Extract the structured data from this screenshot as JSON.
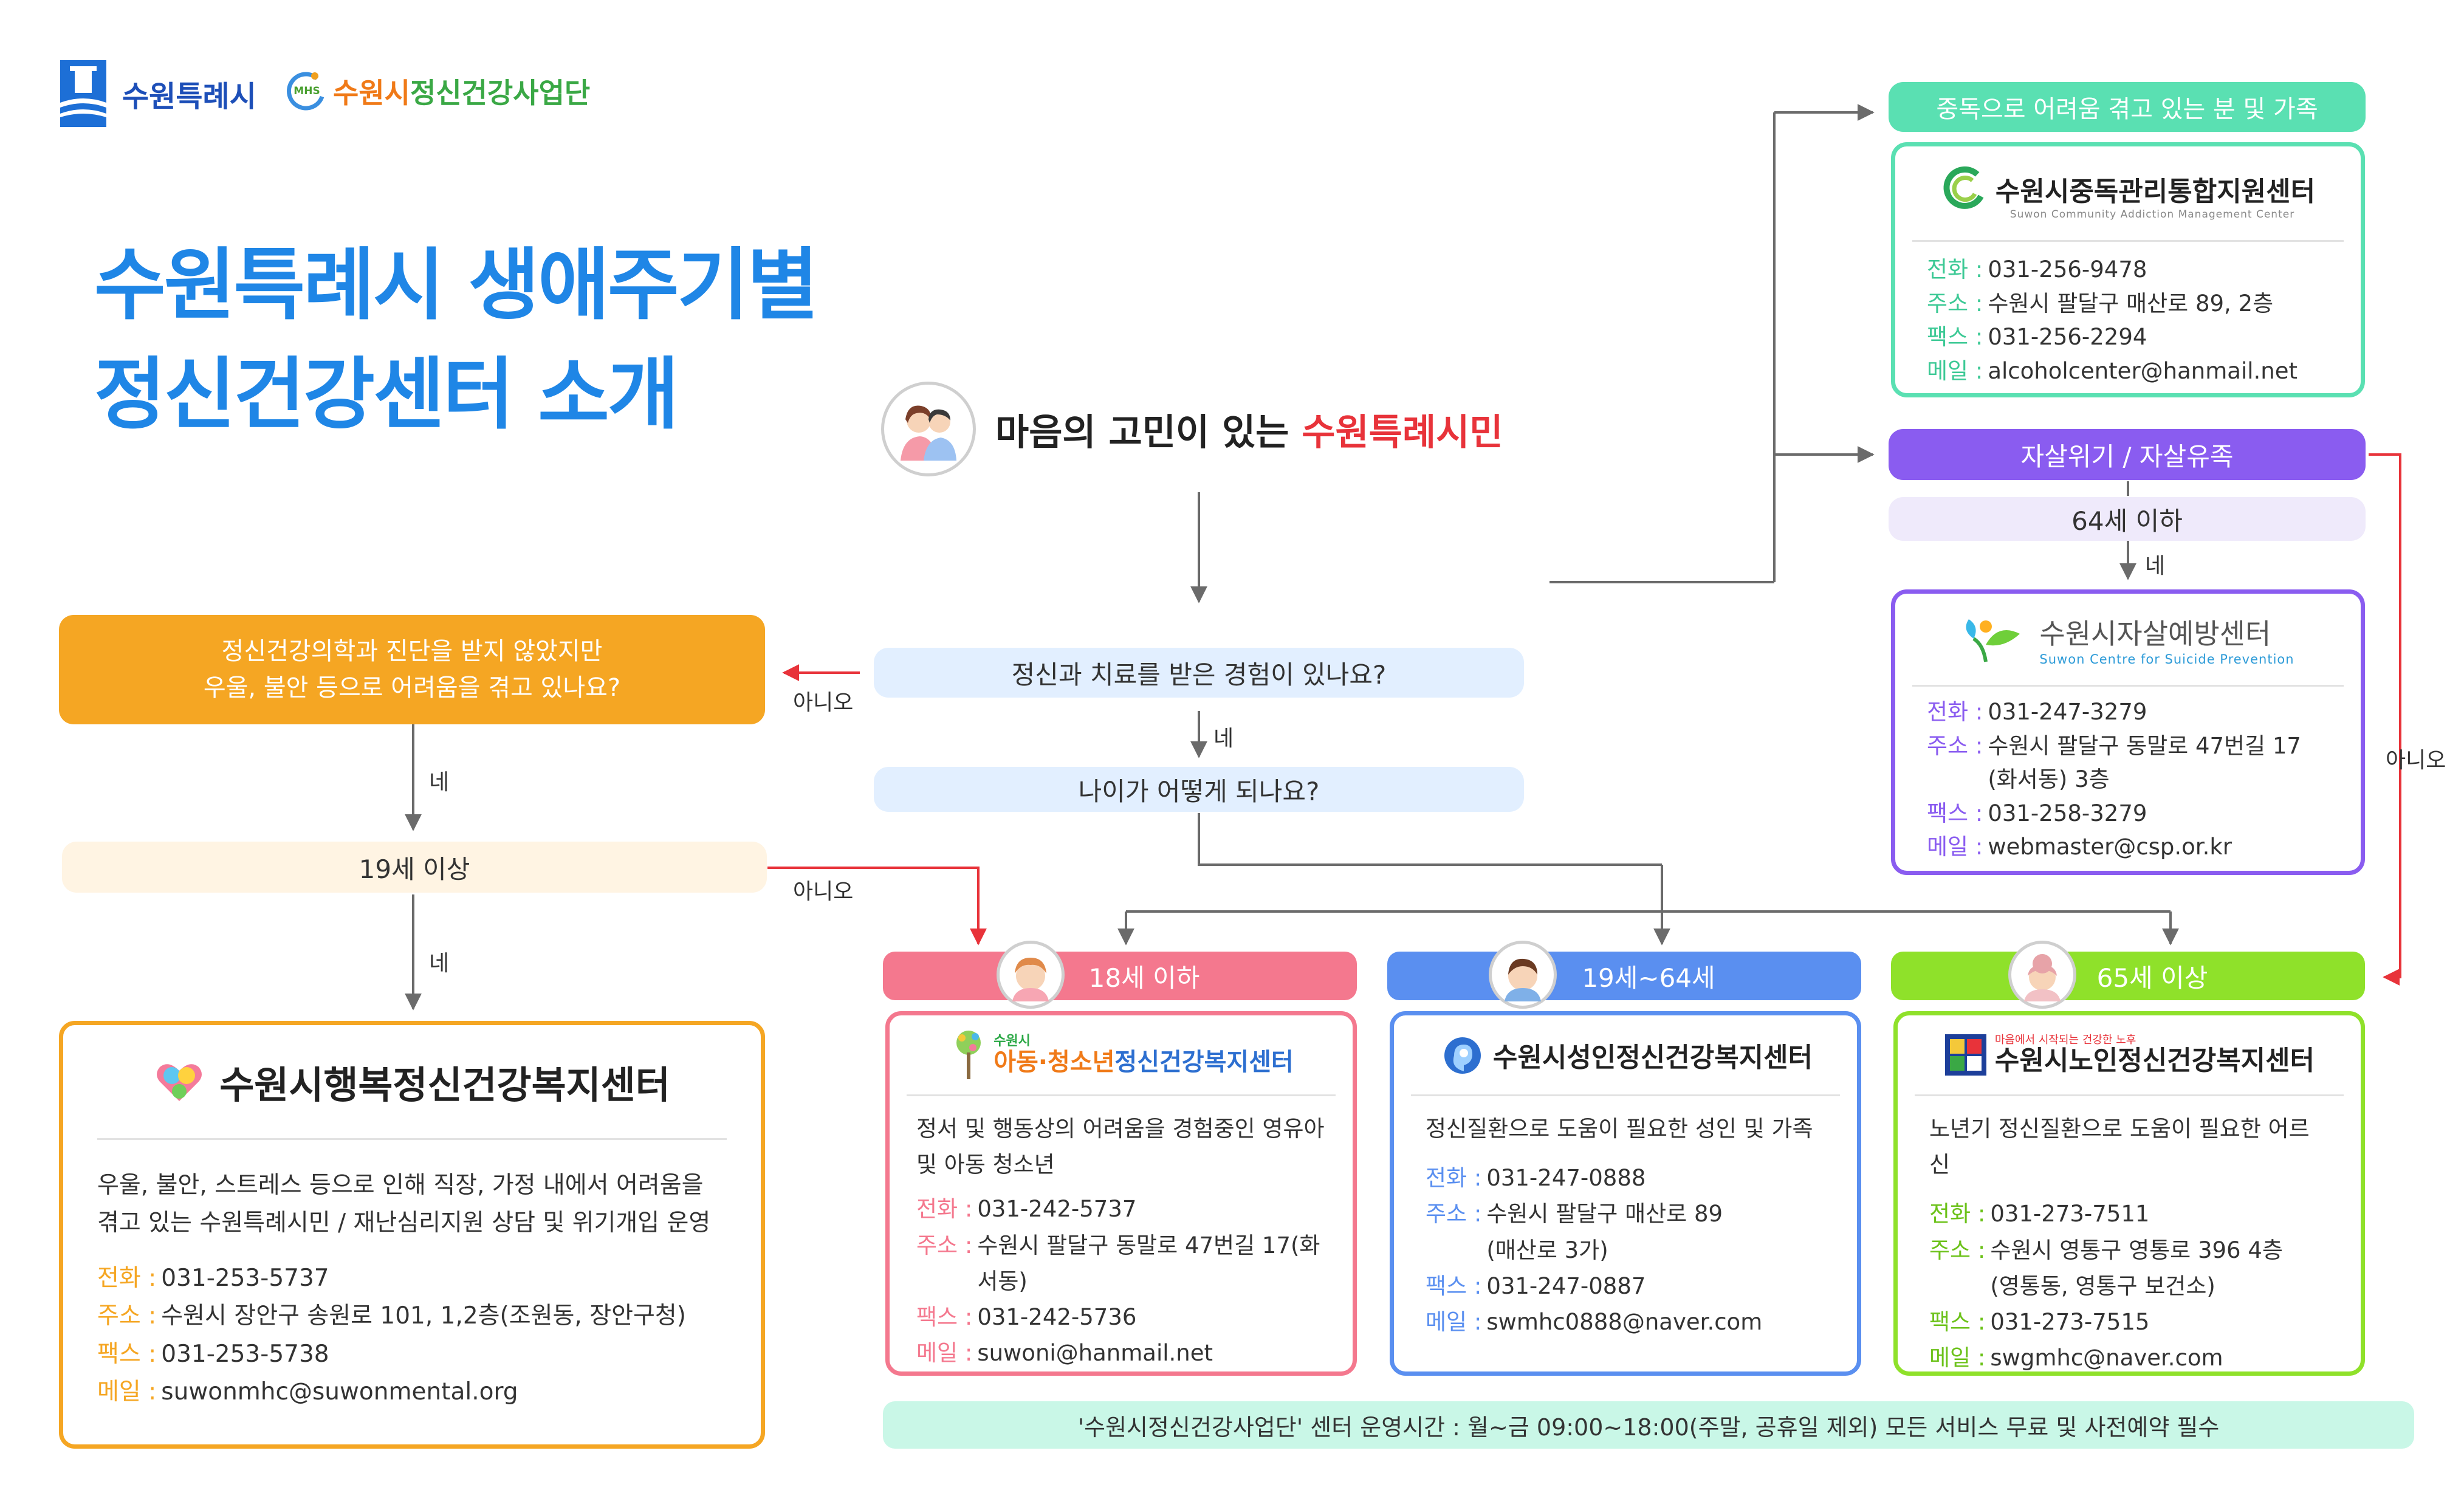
{
  "header": {
    "city_logo_text": "수원특례시",
    "mhs_logo_text": "MHS",
    "project_prefix": "수원시",
    "project_suffix": "정신건강사업단"
  },
  "title": {
    "line1": "수원특례시 생애주기별",
    "line2": "정신건강센터 소개"
  },
  "start": {
    "text_prefix": "마음의 고민이 있는 ",
    "text_highlight": "수원특례시민"
  },
  "questions": {
    "q_treatment": "정신과 치료를 받은 경험이 있나요?",
    "q_age": "나이가 어떻게 되나요?",
    "q_undiagnosed_line1": "정신건강의학과 진단을 받지 않았지만",
    "q_undiagnosed_line2": "우울, 불안 등으로 어려움을 겪고 있나요?",
    "age19_over": "19세 이상",
    "suicide": "자살위기 / 자살유족",
    "age64_under": "64세 이하",
    "addiction": "중독으로 어려움 겪고 있는 분 및 가족"
  },
  "labels": {
    "yes": "네",
    "no": "아니오",
    "phone": "전화 :",
    "address": "주소 :",
    "fax": "팩스 :",
    "email": "메일 :"
  },
  "groups": {
    "child": "18세 이하",
    "adult": "19세~64세",
    "senior": "65세 이상"
  },
  "centers": {
    "addiction": {
      "name": "수원시중독관리통합지원센터",
      "subtitle": "Suwon Community Addiction Management Center",
      "phone": "031-256-9478",
      "address": "수원시 팔달구 매산로 89, 2층",
      "fax": "031-256-2294",
      "email": "alcoholcenter@hanmail.net"
    },
    "suicide": {
      "name": "수원시자살예방센터",
      "subtitle": "Suwon Centre for Suicide Prevention",
      "phone": "031-247-3279",
      "address_line1": "수원시 팔달구 동말로 47번길 17",
      "address_line2": "(화서동) 3층",
      "fax": "031-258-3279",
      "email": "webmaster@csp.or.kr"
    },
    "happy": {
      "name": "수원시행복정신건강복지센터",
      "desc_line1": "우울, 불안, 스트레스 등으로 인해 직장, 가정 내에서 어려움을",
      "desc_line2": "겪고 있는 수원특례시민 / 재난심리지원 상담 및 위기개입 운영",
      "phone": "031-253-5737",
      "address": "수원시 장안구 송원로 101, 1,2층(조원동, 장안구청)",
      "fax": "031-253-5738",
      "email": "suwonmhc@suwonmental.org"
    },
    "child": {
      "prefix": "수원시",
      "name_a": "아동·청소년",
      "name_b": "정신건강복지센터",
      "desc_line1": "정서 및 행동상의 어려움을 경험중인 영유아",
      "desc_line2": "및 아동 청소년",
      "phone": "031-242-5737",
      "address": "수원시 팔달구 동말로 47번길 17(화서동)",
      "fax": "031-242-5736",
      "email": "suwoni@hanmail.net"
    },
    "adult": {
      "name": "수원시성인정신건강복지센터",
      "desc": "정신질환으로 도움이 필요한 성인 및 가족",
      "phone": "031-247-0888",
      "address_line1": "수원시 팔달구 매산로 89",
      "address_line2": "(매산로 3가)",
      "fax": "031-247-0887",
      "email": "swmhc0888@naver.com"
    },
    "senior": {
      "tagline": "마음에서 시작되는 건강한 노후",
      "name": "수원시노인정신건강복지센터",
      "desc": "노년기 정신질환으로 도움이 필요한 어르신",
      "phone": "031-273-7511",
      "address_line1": "수원시 영통구 영통로 396 4층",
      "address_line2": "(영통동, 영통구 보건소)",
      "fax": "031-273-7515",
      "email": "swgmhc@naver.com"
    }
  },
  "footer": "'수원시정신건강사업단' 센터 운영시간 : 월~금 09:00~18:00(주말, 공휴일 제외) 모든 서비스 무료 및 사전예약 필수",
  "colors": {
    "title_blue": "#1f86e6",
    "highlight_red": "#e8333a",
    "orange": "#f5a623",
    "mint": "#5ae0b2",
    "purple": "#8a5cf0",
    "pink": "#f4788e",
    "blue": "#5a8ff0",
    "green": "#8fe12a",
    "light_blue": "#e2efff",
    "light_orange": "#fff4e3",
    "light_purple": "#efeafb",
    "footer_mint": "#c9f7e7"
  }
}
